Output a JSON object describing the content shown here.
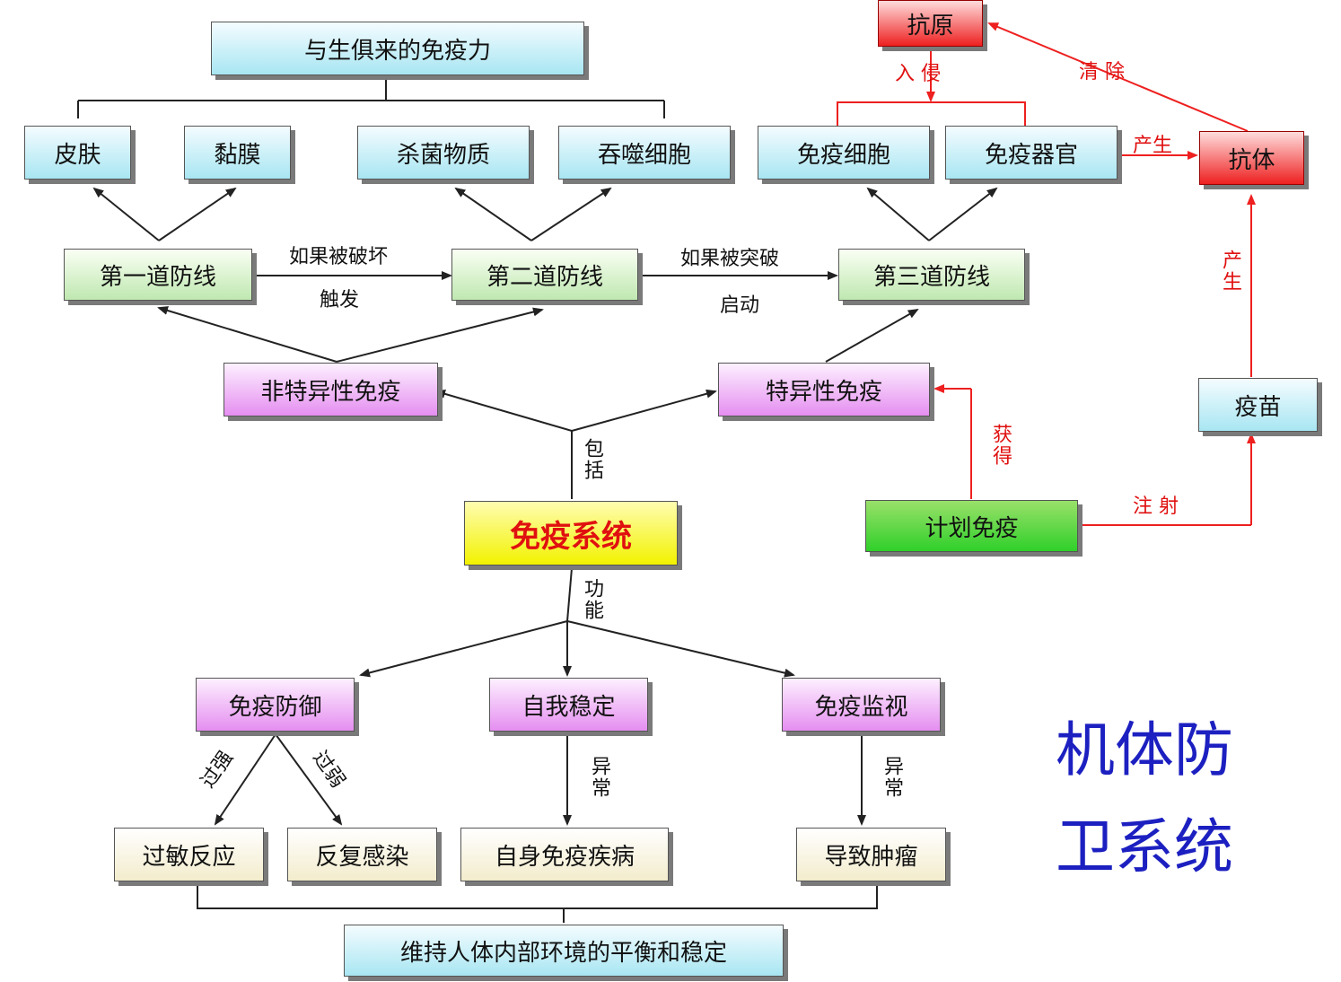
{
  "nodes": {
    "innate": "与生俱来的免疫力",
    "skin": "皮肤",
    "mucosa": "黏膜",
    "bactericide": "杀菌物质",
    "phagocyte": "吞噬细胞",
    "line1": "第一道防线",
    "line2": "第二道防线",
    "line3": "第三道防线",
    "nonspecific": "非特异性免疫",
    "specific": "特异性免疫",
    "system": "免疫系统",
    "antigen": "抗原",
    "immune_cell": "免疫细胞",
    "immune_organ": "免疫器官",
    "antibody": "抗体",
    "vaccine": "疫苗",
    "planned": "计划免疫",
    "defense": "免疫防御",
    "stability": "自我稳定",
    "surveillance": "免疫监视",
    "allergy": "过敏反应",
    "reinfection": "反复感染",
    "autoimmune": "自身免疫疾病",
    "tumor": "导致肿瘤",
    "balance": "维持人体内部环境的平衡和稳定"
  },
  "labels": {
    "if_damaged": "如果被破坏",
    "trigger": "触发",
    "if_breached": "如果被突破",
    "start": "启动",
    "include": "包括",
    "function": "功能",
    "invade": "入 侵",
    "clear": "清 除",
    "produce_top": "产生",
    "produce_side": "产生",
    "acquire": "获得",
    "inject": "注 射",
    "too_strong": "过强",
    "too_weak": "过弱",
    "abnormal1": "异常",
    "abnormal2": "异常"
  },
  "title_lines": [
    "机体防",
    "卫系统"
  ],
  "colors": {
    "red": "#ee2020",
    "title": "#1c20c0",
    "system_text": "#e01010"
  }
}
